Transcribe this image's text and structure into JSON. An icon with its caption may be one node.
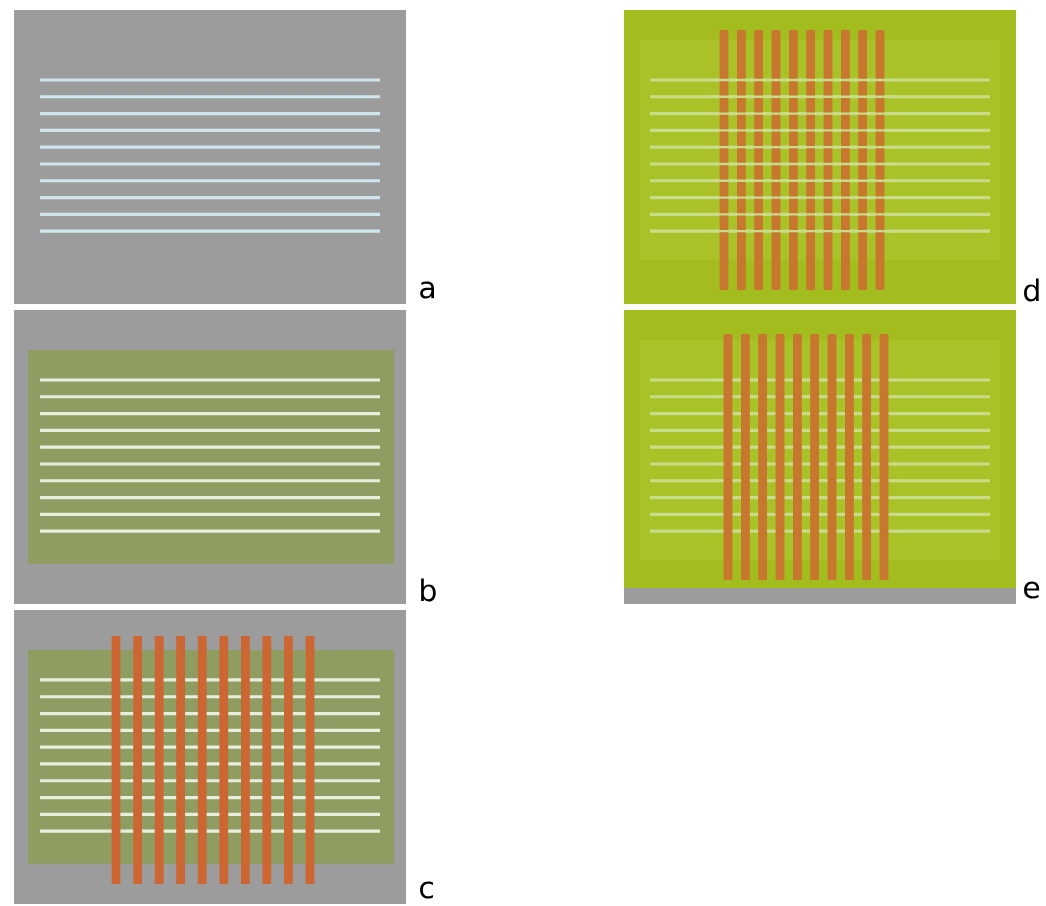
{
  "diagram": {
    "labels": [
      "a",
      "d",
      "b",
      "e",
      "c"
    ]
  }
}
